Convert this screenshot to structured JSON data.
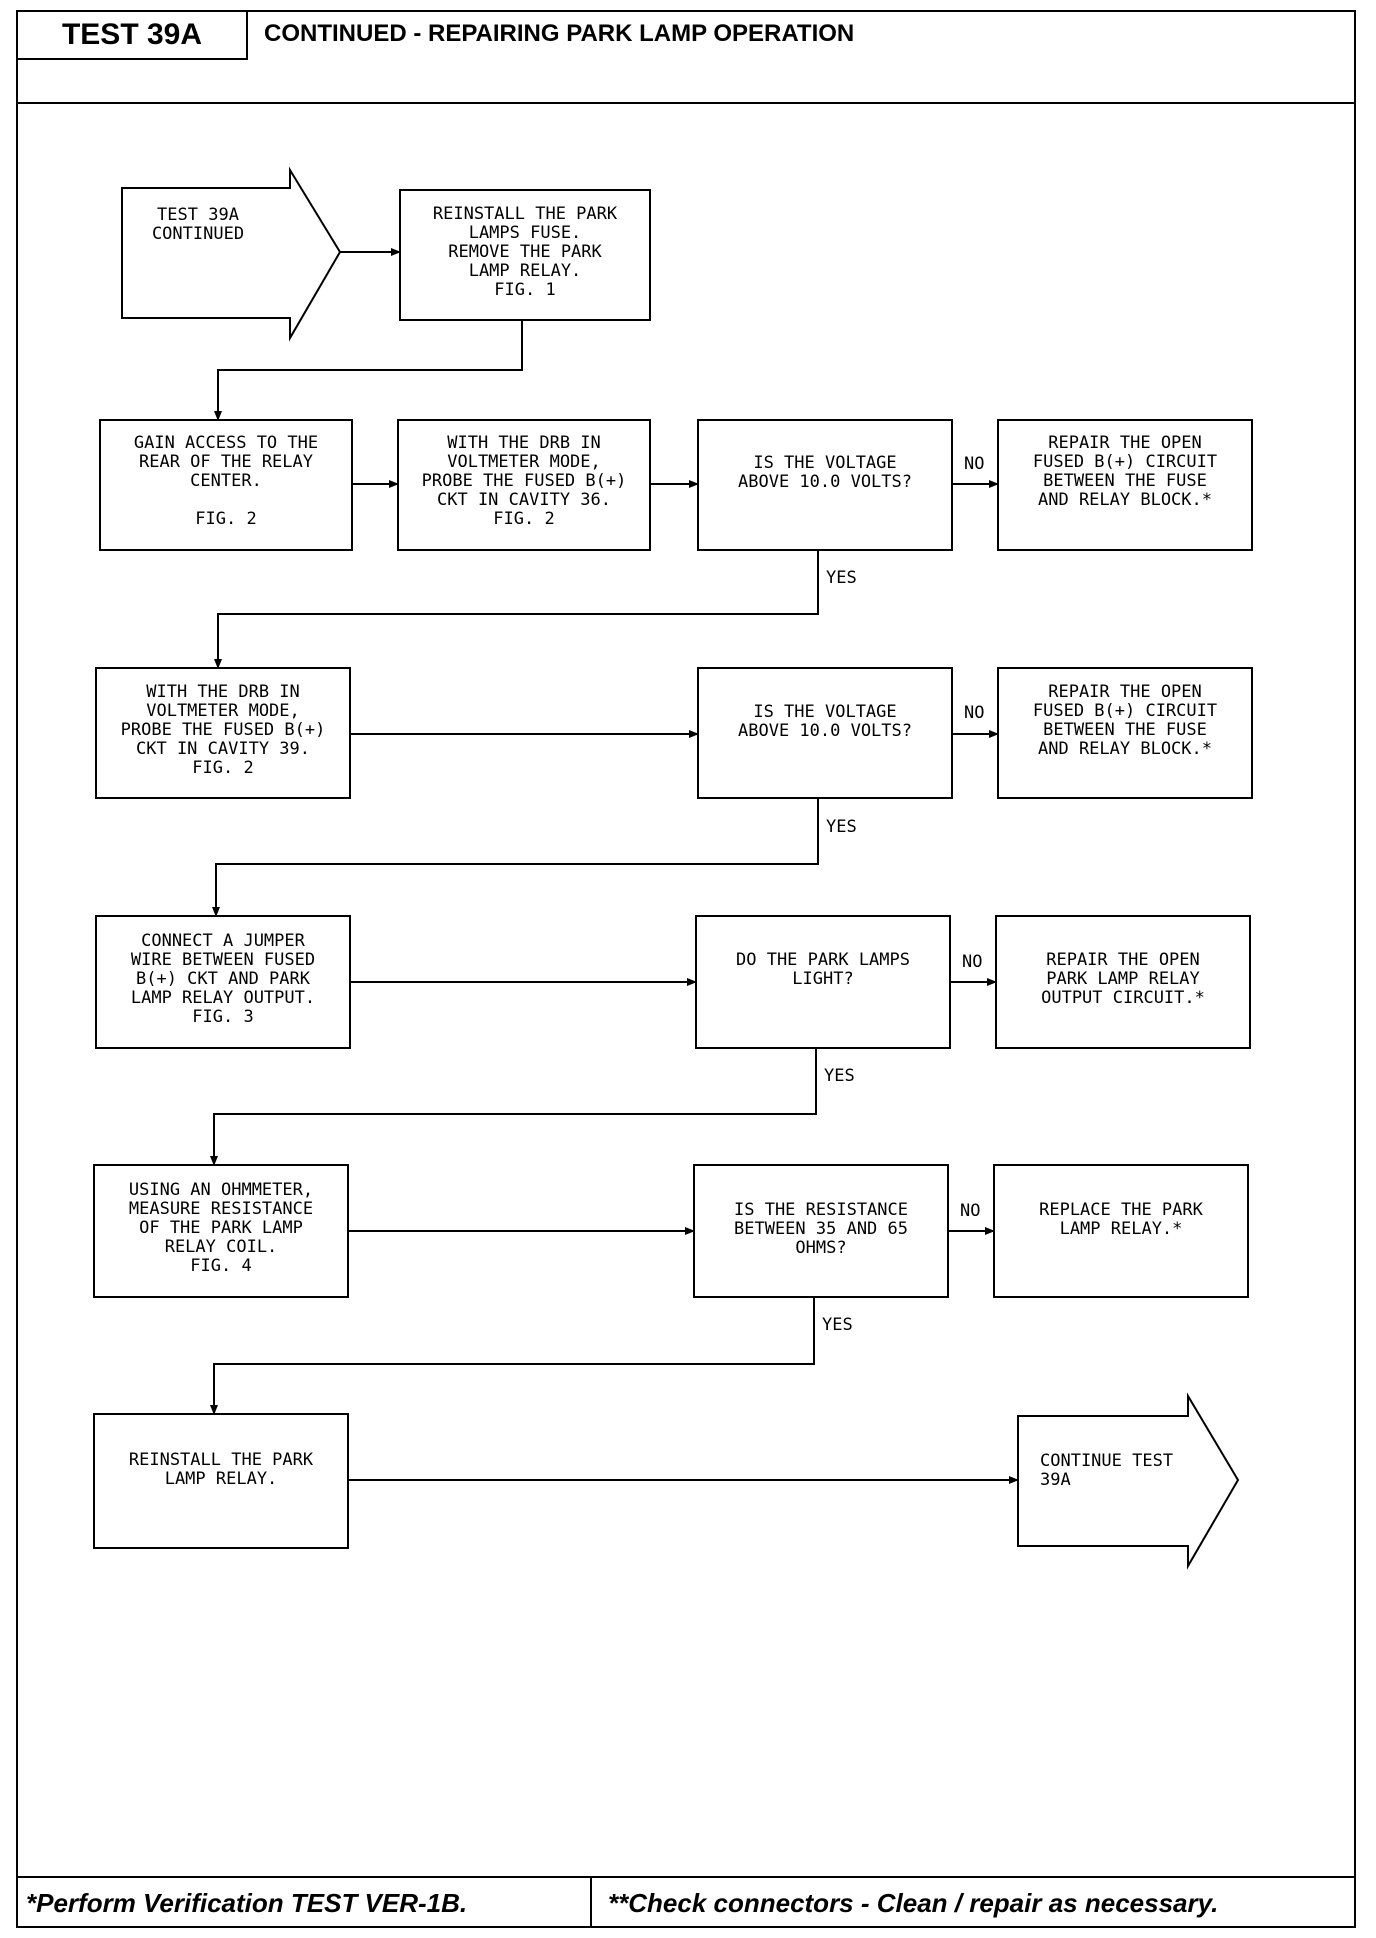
{
  "header": {
    "test_id": "TEST 39A",
    "title": "CONTINUED - REPAIRING PARK LAMP OPERATION"
  },
  "footer": {
    "left": "*Perform Verification TEST VER-1B.",
    "right": "**Check connectors - Clean / repair as necessary."
  },
  "nodes": {
    "start": "TEST 39A\nCONTINUED",
    "reinstall_fuse": "REINSTALL THE PARK\nLAMPS FUSE.\nREMOVE THE PARK\nLAMP RELAY.\nFIG. 1",
    "gain_access": "GAIN ACCESS TO THE\nREAR OF THE RELAY\nCENTER.\n\nFIG. 2",
    "probe_36": "WITH THE DRB IN\nVOLTMETER MODE,\nPROBE THE FUSED B(+)\nCKT IN CAVITY 36.\nFIG. 2",
    "q_voltage_1": "IS THE VOLTAGE\nABOVE 10.0 VOLTS?",
    "repair_fused_1": "REPAIR THE OPEN\nFUSED B(+) CIRCUIT\nBETWEEN THE FUSE\nAND RELAY BLOCK.*",
    "probe_39": "WITH THE DRB IN\nVOLTMETER MODE,\nPROBE THE FUSED B(+)\nCKT IN CAVITY 39.\nFIG. 2",
    "q_voltage_2": "IS THE VOLTAGE\nABOVE 10.0 VOLTS?",
    "repair_fused_2": "REPAIR THE OPEN\nFUSED B(+) CIRCUIT\nBETWEEN THE FUSE\nAND RELAY BLOCK.*",
    "jumper": "CONNECT A JUMPER\nWIRE BETWEEN FUSED\nB(+) CKT AND PARK\nLAMP RELAY OUTPUT.\nFIG. 3",
    "q_lamps": "DO THE PARK LAMPS\nLIGHT?",
    "repair_output": "REPAIR THE OPEN\nPARK LAMP RELAY\nOUTPUT CIRCUIT.*",
    "ohmmeter": "USING AN OHMMETER,\nMEASURE RESISTANCE\nOF THE PARK LAMP\nRELAY COIL.\nFIG. 4",
    "q_resistance": "IS THE RESISTANCE\nBETWEEN 35 AND 65\nOHMS?",
    "replace_relay": "REPLACE THE PARK\nLAMP RELAY.*",
    "reinstall_relay": "REINSTALL THE PARK\nLAMP RELAY.",
    "continue": "CONTINUE TEST\n39A"
  },
  "labels": {
    "no": "NO",
    "yes": "YES"
  }
}
